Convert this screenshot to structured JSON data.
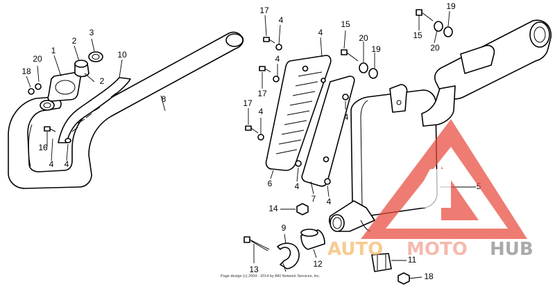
{
  "diagram": {
    "callouts": [
      "1",
      "2",
      "2",
      "3",
      "4",
      "4",
      "4",
      "4",
      "4",
      "4",
      "4",
      "4",
      "4",
      "5",
      "6",
      "7",
      "8",
      "9",
      "10",
      "11",
      "12",
      "13",
      "14",
      "15",
      "15",
      "16",
      "17",
      "17",
      "17",
      "18",
      "18",
      "19",
      "19",
      "20",
      "20"
    ],
    "copyright": "Page design (c) 2004 - 2014 by ARI Network Services, Inc.",
    "watermark": {
      "part1": "AUTO",
      "part2": "MOTO",
      "part3": "HUB"
    },
    "colors": {
      "watermark_red": "#e84b3c",
      "watermark_orange": "#f5a623",
      "watermark_gray": "#888888"
    }
  }
}
